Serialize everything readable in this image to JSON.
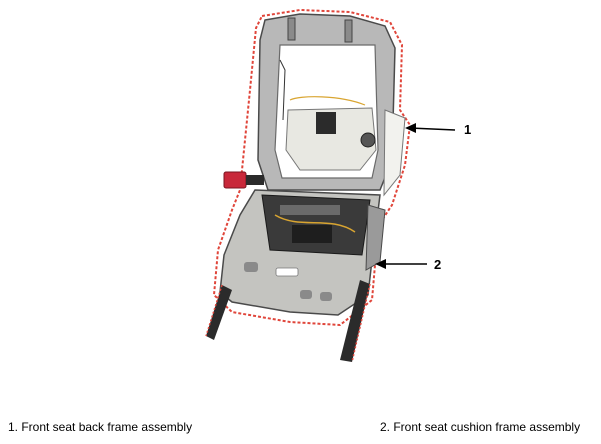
{
  "callouts": [
    {
      "number": "1"
    },
    {
      "number": "2"
    }
  ],
  "legend": [
    {
      "text": "1. Front seat back frame assembly"
    },
    {
      "text": "2. Front seat cushion frame assembly"
    }
  ],
  "colors": {
    "outline": "#e0463b",
    "frame": "#9a9a9a",
    "frame_dark": "#4a4a4a",
    "panel": "#e8e8e2",
    "mechanism": "#2b2b2b",
    "harness": "#d9a531",
    "buckle": "#c8283a"
  }
}
